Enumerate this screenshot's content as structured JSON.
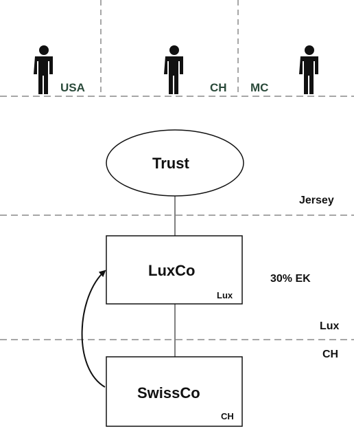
{
  "persons": [
    {
      "country": "USA"
    },
    {
      "country": "CH"
    },
    {
      "country": "MC"
    }
  ],
  "nodes": {
    "trust": {
      "label": "Trust"
    },
    "luxco": {
      "label": "LuxCo",
      "tag": "Lux"
    },
    "swissco": {
      "label": "SwissCo",
      "tag": "CH"
    }
  },
  "zone_labels": {
    "jersey": "Jersey",
    "lux": "Lux",
    "ch": "CH"
  },
  "annotation": {
    "equity": "30% EK"
  },
  "icons": {
    "person": "person-icon",
    "arrow": "curved-arrow"
  }
}
